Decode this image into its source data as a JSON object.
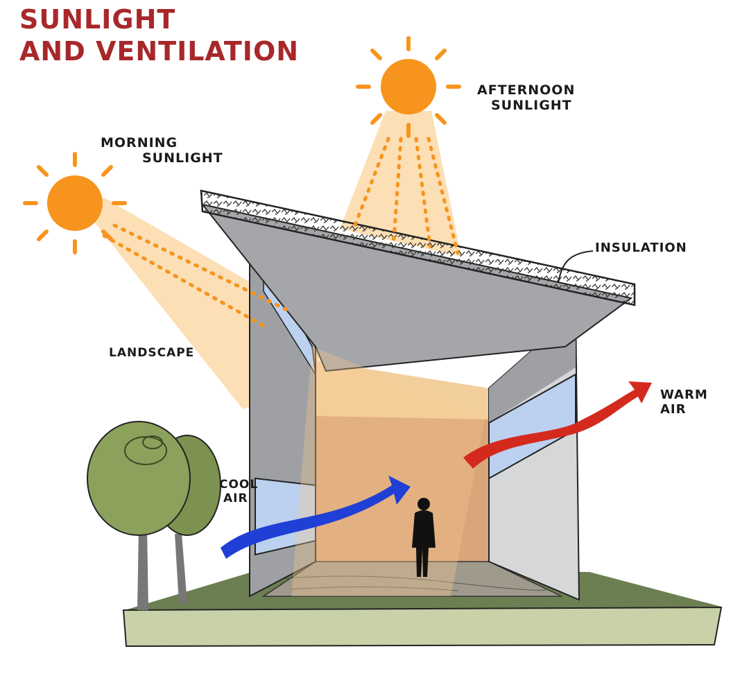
{
  "title": {
    "line1": "SUNLIGHT",
    "line2": "AND VENTILATION"
  },
  "labels": {
    "morning_line1": "MORNING",
    "morning_line2": "SUNLIGHT",
    "afternoon_line1": "AFTERNOON",
    "afternoon_line2": "SUNLIGHT",
    "insulation": "INSULATION",
    "landscape": "LANDSCAPE",
    "warm_line1": "WARM",
    "warm_line2": "AIR",
    "cool_line1": "COOL",
    "cool_line2": "AIR"
  },
  "colors": {
    "title_red": "#a8282a",
    "sun_orange": "#f7941d",
    "sun_beam": "#fbd9a8",
    "cool_air_blue": "#1f3fd6",
    "warm_air_red": "#d42a1e",
    "roof_gray": "#a5a6a9",
    "wall_gray": "#9fa0a3",
    "ground_green": "#6c7f52",
    "tree_green": "#8ca15c"
  }
}
